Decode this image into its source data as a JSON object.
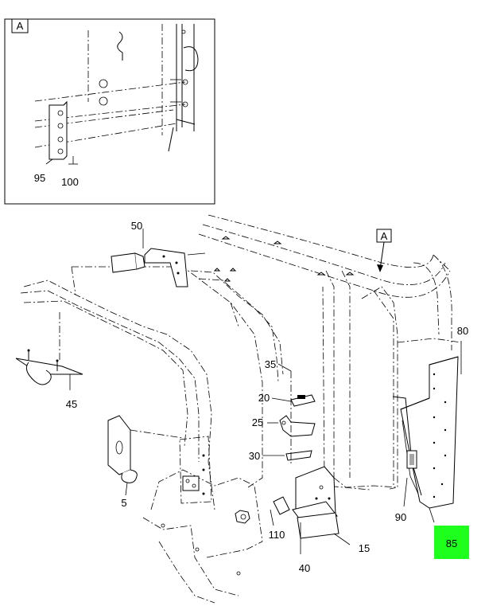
{
  "detail_view": {
    "label": "A",
    "callouts": [
      "95",
      "100"
    ]
  },
  "view_reference": "A",
  "callouts": {
    "c50": "50",
    "c80": "80",
    "c45": "45",
    "c35": "35",
    "c20": "20",
    "c25": "25",
    "c30": "30",
    "c5": "5",
    "c90": "90",
    "c110": "110",
    "c15": "15",
    "c40": "40",
    "c85": "85"
  },
  "colors": {
    "highlight": "#1eff1e",
    "line": "#000000",
    "background": "#ffffff"
  }
}
